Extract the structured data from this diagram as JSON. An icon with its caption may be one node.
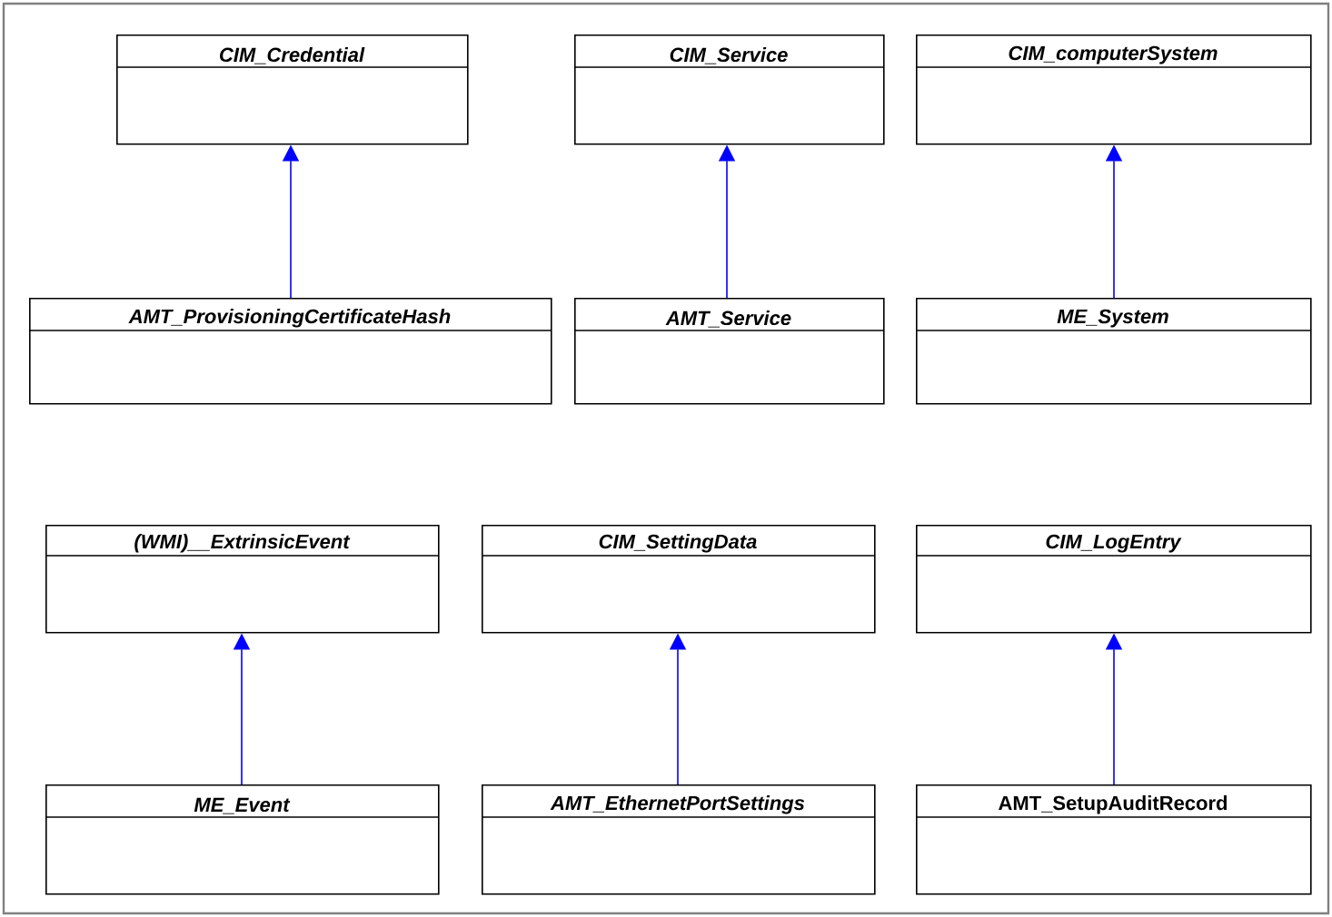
{
  "diagram": {
    "nodes": [
      {
        "text": [
          "CIM_Credential"
        ]
      },
      {
        "text": [
          "CIM_Service"
        ]
      },
      {
        "text": [
          "CIM_computerSystem"
        ]
      },
      {
        "text": [
          "AMT_ProvisioningCertificateHash"
        ]
      },
      {
        "text": [
          "AMT_Service"
        ]
      },
      {
        "text": [
          "ME_System"
        ]
      },
      {
        "text": [
          "(WMI)__ExtrinsicEvent"
        ]
      },
      {
        "text": [
          "CIM_SettingData"
        ]
      },
      {
        "text": [
          "CIM_LogEntry"
        ]
      },
      {
        "text": [
          "ME_Event"
        ]
      },
      {
        "text": [
          "AMT_EthernetPortSettings"
        ]
      },
      {
        "text": [
          "AMT_SetupAuditRecord"
        ]
      }
    ],
    "edges": [
      {
        "from": 3,
        "to": 0,
        "arrow": "to"
      },
      {
        "from": 4,
        "to": 1,
        "arrow": "to"
      },
      {
        "from": 5,
        "to": 2,
        "arrow": "to"
      },
      {
        "from": 9,
        "to": 6,
        "arrow": "to"
      },
      {
        "from": 10,
        "to": 7,
        "arrow": "to"
      },
      {
        "from": 11,
        "to": 8,
        "arrow": "to"
      }
    ]
  }
}
